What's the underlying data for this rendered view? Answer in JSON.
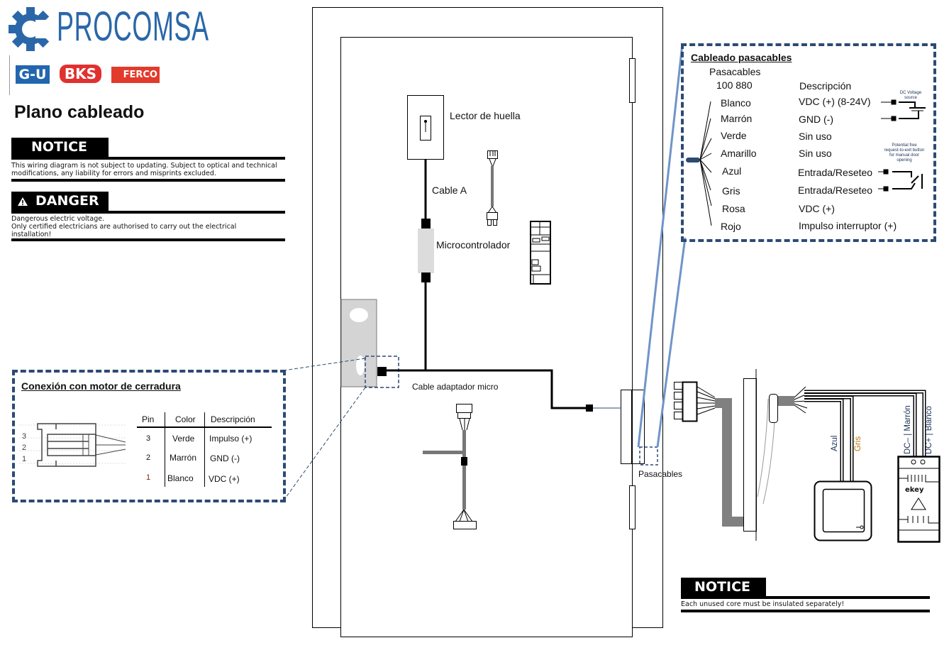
{
  "header": {
    "brand": "PROCOMSA",
    "sub_logos": [
      "G-U",
      "BKS",
      "FERCO"
    ],
    "title": "Plano cableado"
  },
  "notice_top": {
    "label": "NOTICE",
    "text": "This wiring diagram is not subject to updating. Subject to optical and technical modifications, any liability for errors and misprints excluded."
  },
  "danger": {
    "label": "DANGER",
    "icon": "warning-triangle-icon",
    "line1": "Dangerous electric voltage.",
    "line2": "Only certified electricians are authorised to carry out the electrical installation!"
  },
  "door": {
    "fingerprint_reader": "Lector de huella",
    "cable_a": "Cable A",
    "microcontroller": "Microcontrolador",
    "adapter_cable": "Cable adaptador micro",
    "pass_through": "Pasacables"
  },
  "lock_connection": {
    "title": "Conexión con motor de cerradura",
    "connector_pins": [
      "3",
      "2",
      "1"
    ],
    "columns": [
      "Pin",
      "Color",
      "Descripción"
    ],
    "rows": [
      {
        "pin": "3",
        "color": "Verde",
        "desc": "Impulso (+)"
      },
      {
        "pin": "2",
        "color": "Marrón",
        "desc": "GND (-)"
      },
      {
        "pin": "1",
        "color": "Blanco",
        "desc": "VDC (+)"
      }
    ]
  },
  "pass_wiring": {
    "title": "Cableado pasacables",
    "col1_line1": "Pasacables",
    "col1_line2": "100 880",
    "col2": "Descripción",
    "rows": [
      {
        "color": "Blanco",
        "desc": "VDC (+) (8-24V)"
      },
      {
        "color": "Marrón",
        "desc": "GND (-)"
      },
      {
        "color": "Verde",
        "desc": "Sin uso"
      },
      {
        "color": "Amarillo",
        "desc": "Sin uso"
      },
      {
        "color": "Azul",
        "desc": "Entrada/Reseteo"
      },
      {
        "color": "Gris",
        "desc": "Entrada/Reseteo"
      },
      {
        "color": "Rosa",
        "desc": "VDC (+)"
      },
      {
        "color": "Rojo",
        "desc": "Impulso interruptor (+)"
      }
    ],
    "dc_source_note": "DC Voltage source",
    "button_note": "Potential free request-to-exit button for manual door opening"
  },
  "right_diagram": {
    "azul": "Azul",
    "gris": "Gris",
    "dc_minus": "DC– | Marrón",
    "dc_plus": "DC+ | Blanco",
    "psu_brand": "ekey"
  },
  "notice_bottom": {
    "label": "NOTICE",
    "text": "Each unused core must be insulated separately!"
  },
  "colors": {
    "brand_blue": "#2a67a8",
    "gu_blue": "#2366ae",
    "bks_red": "#e0312f",
    "ferco_red": "#e23b2b",
    "dashed_border": "#2c4a73",
    "pass_line": "#7094c8",
    "label_orange": "#c0700a"
  }
}
